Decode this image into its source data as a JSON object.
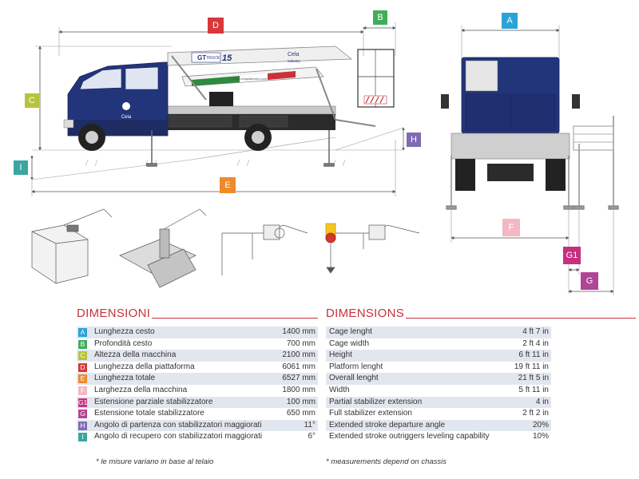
{
  "colors": {
    "A": "#2aa3d7",
    "B": "#3fae5a",
    "C": "#b5c43a",
    "D": "#d7383a",
    "E": "#ef8a2b",
    "F": "#f4b8c2",
    "G1": "#c72f7f",
    "G": "#b04495",
    "H": "#7f6bb3",
    "I": "#3aa6a0",
    "title": "#c8323a",
    "truck_body": "#23357a"
  },
  "drawing": {
    "badges": {
      "A": "A",
      "B": "B",
      "C": "C",
      "D": "D",
      "E": "E",
      "F": "F",
      "G1": "G1",
      "G": "G",
      "H": "H",
      "I": "I"
    },
    "truck_brand": "Cela",
    "truck_subbrand": "industry",
    "boom_model_gt": "GT",
    "boom_model_truck": "TRUCK",
    "boom_model_number": "15",
    "boom_url": "www.celaplatforms.com"
  },
  "italian": {
    "title": "DIMENSIONI",
    "footnote": "* le misure variano in base al telaio",
    "rows": [
      {
        "letter": "A",
        "label": "Lunghezza cesto",
        "value": "1400 mm"
      },
      {
        "letter": "B",
        "label": "Profondità cesto",
        "value": "700 mm"
      },
      {
        "letter": "C",
        "label": "Altezza della macchina",
        "value": "2100 mm"
      },
      {
        "letter": "D",
        "label": "Lunghezza della piattaforma",
        "value": "6061 mm"
      },
      {
        "letter": "E",
        "label": "Lunghezza totale",
        "value": "6527 mm"
      },
      {
        "letter": "F",
        "label": "Larghezza della macchina",
        "value": "1800 mm"
      },
      {
        "letter": "G1",
        "label": "Estensione parziale stabilizzatore",
        "value": "100 mm"
      },
      {
        "letter": "G",
        "label": "Estensione totale stabilizzatore",
        "value": "650 mm"
      },
      {
        "letter": "H",
        "label": "Angolo di partenza con stabilizzatori maggiorati",
        "value": "11°"
      },
      {
        "letter": "I",
        "label": "Angolo di recupero con stabilizzatori maggiorati",
        "value": "6°"
      }
    ]
  },
  "english": {
    "title": "DIMENSIONS",
    "footnote": "* measurements depend on chassis",
    "rows": [
      {
        "label": "Cage lenght",
        "value": "4 ft 7 in"
      },
      {
        "label": "Cage width",
        "value": "2 ft 4 in"
      },
      {
        "label": "Height",
        "value": "6 ft 11 in"
      },
      {
        "label": "Platform lenght",
        "value": "19 ft 11 in"
      },
      {
        "label": "Overall lenght",
        "value": "21 ft 5 in"
      },
      {
        "label": "Width",
        "value": "5 ft 11 in"
      },
      {
        "label": "Partial stabilizer extension",
        "value": "4 in"
      },
      {
        "label": "Full stabilizer extension",
        "value": "2 ft 2 in"
      },
      {
        "label": "Extended stroke departure angle",
        "value": "20%"
      },
      {
        "label": "Extended stroke outriggers leveling capability",
        "value": "10%"
      }
    ]
  }
}
